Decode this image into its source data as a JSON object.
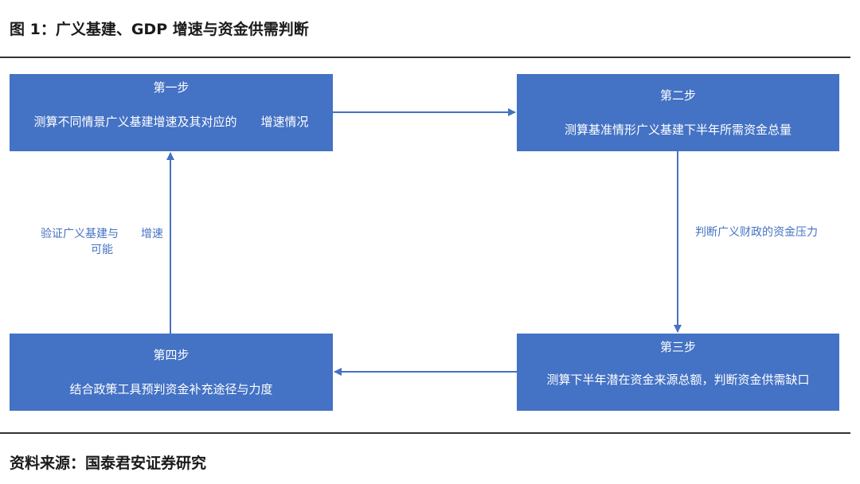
{
  "figure": {
    "title": "图 1：广义基建、GDP 增速与资金供需判断",
    "source": "资料来源：国泰君安证券研究"
  },
  "steps": [
    {
      "step": "第一步",
      "text": "测算不同情景广义基建增速及其对应的　　增速情况"
    },
    {
      "step": "第二步",
      "text": "测算基准情形广义基建下半年所需资金总量"
    },
    {
      "step": "第三步",
      "text": "测算下半年潜在资金来源总额，判断资金供需缺口"
    },
    {
      "step": "第四步",
      "text": "结合政策工具预判资金补充途径与力度"
    }
  ],
  "edge_labels": {
    "right": "判断广义财政的资金压力",
    "left": "验证广义基建与　　增速可能"
  },
  "colors": {
    "box": "#4472c4",
    "text_on_box": "#ffffff",
    "arrow": "#4472c4"
  }
}
